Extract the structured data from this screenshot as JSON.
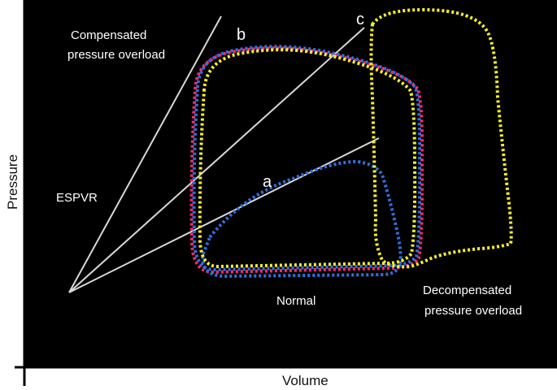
{
  "figure": {
    "background_color": "#000000",
    "axis_labels": {
      "y": "Pressure",
      "x": "Volume"
    },
    "region_labels": {
      "compensated": [
        "Compensated",
        "pressure overload"
      ],
      "espvr": "ESPVR",
      "normal": "Normal",
      "decompensated": [
        "Decompensated",
        "pressure overload"
      ]
    },
    "loop_labels": {
      "a": "a",
      "b": "b",
      "c": "c"
    },
    "loop_colors": {
      "a_normal": "#2f6fe0",
      "b_compensated": "#ff2a6a",
      "c_decompensated": "#f4ef2c"
    },
    "espvr_line_color": "#d8d8d8"
  }
}
